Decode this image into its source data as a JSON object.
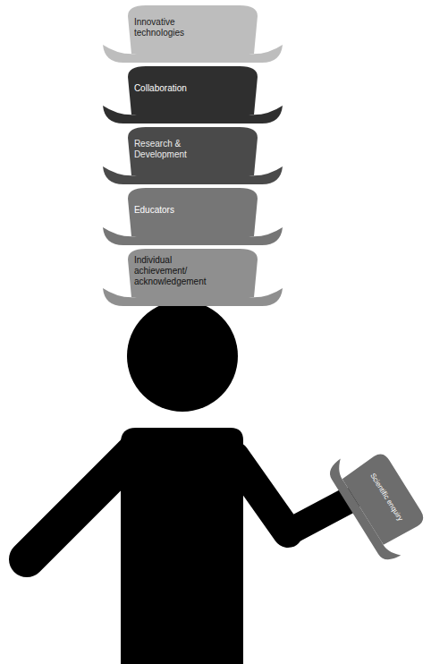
{
  "diagram": {
    "nodes": [
      {
        "text": [
          "Innovative technologies"
        ]
      },
      {
        "text": [
          "Collaboration"
        ]
      },
      {
        "text": [
          "Research & Development"
        ]
      },
      {
        "text": [
          "Educators"
        ]
      },
      {
        "text": [
          "Individual achievement/ acknowledgement"
        ]
      },
      {
        "text": [
          "Scientific enquiry"
        ]
      }
    ]
  }
}
